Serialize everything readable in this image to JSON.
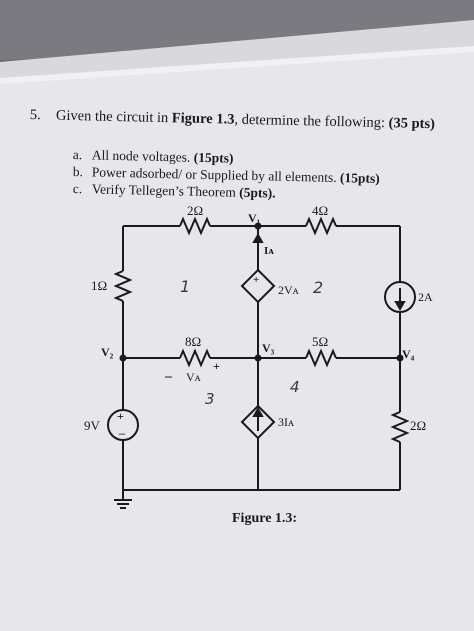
{
  "problem": {
    "number": "5.",
    "intro": "Given the circuit in ",
    "figure_ref": "Figure 1.3",
    "rest": ", determine the following: ",
    "points": "(35 pts)"
  },
  "items": [
    {
      "letter": "a.",
      "text": "All node voltages. ",
      "points": "(15pts)"
    },
    {
      "letter": "b.",
      "text": "Power adsorbed/ or Supplied by all elements. ",
      "points": "(15pts)"
    },
    {
      "letter": "c.",
      "text": "Verify Tellegen’s Theorem ",
      "points": "(5pts)."
    }
  ],
  "circuit": {
    "labels": {
      "r_top_left": "2Ω",
      "r_top_right": "4Ω",
      "r_left": "1Ω",
      "r_mid_left": "8Ω",
      "r_mid_right": "5Ω",
      "r_right_bottom": "2Ω",
      "node_v1": "V₁",
      "node_v2": "V₂",
      "node_v3": "V₃",
      "node_v4": "V₄",
      "ia": "Iᴀ",
      "va": "Vᴀ",
      "dep_voltage": "2Vᴀ",
      "dep_current": "3Iᴀ",
      "current_source": "2A",
      "voltage_source": "9V",
      "plus": "+",
      "minus": "–"
    },
    "handwriting": [
      "1",
      "2",
      "3",
      "4"
    ]
  },
  "figure_caption": "Figure 1.3:",
  "colors": {
    "paper": "#e7e6ea",
    "ink": "#1a1a1a",
    "background": "#6f6e73"
  }
}
